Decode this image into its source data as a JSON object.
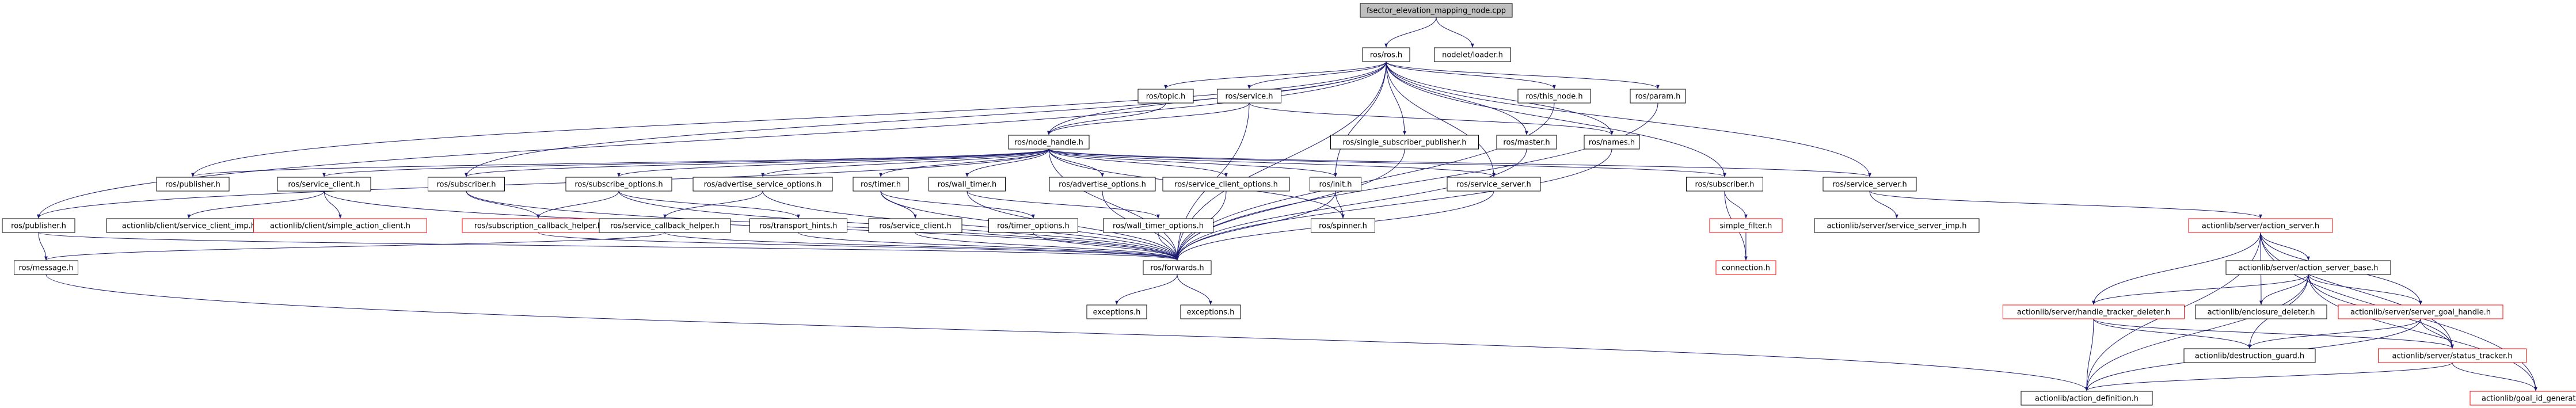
{
  "colors": {
    "edge": "#191970",
    "node_border": "#000000",
    "missing_border": "#ff0000",
    "root_fill": "#bfbfbf",
    "node_fill": "#ffffff"
  },
  "nodes": [
    {
      "id": "root",
      "label": "fsector_elevation_mapping_node.cpp",
      "type": "root"
    },
    {
      "id": "ros_ros",
      "label": "ros/ros.h",
      "type": "normal"
    },
    {
      "id": "nodelet_loader",
      "label": "nodelet/loader.h",
      "type": "normal"
    },
    {
      "id": "ros_topic",
      "label": "ros/topic.h",
      "type": "normal"
    },
    {
      "id": "ros_service",
      "label": "ros/service.h",
      "type": "normal"
    },
    {
      "id": "ros_this_node",
      "label": "ros/this_node.h",
      "type": "normal"
    },
    {
      "id": "ros_param",
      "label": "ros/param.h",
      "type": "normal"
    },
    {
      "id": "ros_node_handle",
      "label": "ros/node_handle.h",
      "type": "normal"
    },
    {
      "id": "ros_single_sub",
      "label": "ros/single_subscriber_publisher.h",
      "type": "normal"
    },
    {
      "id": "ros_master",
      "label": "ros/master.h",
      "type": "normal"
    },
    {
      "id": "ros_names",
      "label": "ros/names.h",
      "type": "normal"
    },
    {
      "id": "ros_publisher_top",
      "label": "ros/publisher.h",
      "type": "normal"
    },
    {
      "id": "ros_service_client",
      "label": "ros/service_client.h",
      "type": "normal"
    },
    {
      "id": "ros_subscriber_a",
      "label": "ros/subscriber.h",
      "type": "normal"
    },
    {
      "id": "ros_subscribe_options",
      "label": "ros/subscribe_options.h",
      "type": "normal"
    },
    {
      "id": "ros_advertise_service_options",
      "label": "ros/advertise_service_options.h",
      "type": "normal"
    },
    {
      "id": "ros_timer",
      "label": "ros/timer.h",
      "type": "normal"
    },
    {
      "id": "ros_wall_timer",
      "label": "ros/wall_timer.h",
      "type": "normal"
    },
    {
      "id": "ros_advertise_options",
      "label": "ros/advertise_options.h",
      "type": "normal"
    },
    {
      "id": "ros_service_client_options",
      "label": "ros/service_client_options.h",
      "type": "normal"
    },
    {
      "id": "ros_init",
      "label": "ros/init.h",
      "type": "normal"
    },
    {
      "id": "ros_service_server",
      "label": "ros/service_server.h",
      "type": "normal"
    },
    {
      "id": "ros_subscriber_b",
      "label": "ros/subscriber.h",
      "type": "normal"
    },
    {
      "id": "ros_service_server_b",
      "label": "ros/service_server.h",
      "type": "normal"
    },
    {
      "id": "ros_publisher_left",
      "label": "ros/publisher.h",
      "type": "normal"
    },
    {
      "id": "actionlib_client_service_client_imp",
      "label": "actionlib/client/service_client_imp.h",
      "type": "normal"
    },
    {
      "id": "actionlib_client_simple_action_client",
      "label": "actionlib/client/simple_action_client.h",
      "type": "missing"
    },
    {
      "id": "ros_subscription_callback_helper",
      "label": "ros/subscription_callback_helper.h",
      "type": "missing"
    },
    {
      "id": "ros_service_callback_helper",
      "label": "ros/service_callback_helper.h",
      "type": "normal"
    },
    {
      "id": "ros_transport_hints",
      "label": "ros/transport_hints.h",
      "type": "normal"
    },
    {
      "id": "ros_service_client_b",
      "label": "ros/service_client.h",
      "type": "normal"
    },
    {
      "id": "ros_timer_options",
      "label": "ros/timer_options.h",
      "type": "normal"
    },
    {
      "id": "ros_wall_timer_options",
      "label": "ros/wall_timer_options.h",
      "type": "normal"
    },
    {
      "id": "ros_spinner",
      "label": "ros/spinner.h",
      "type": "normal"
    },
    {
      "id": "actionlib_service_server_imp",
      "label": "actionlib/server/service_server_imp.h",
      "type": "normal"
    },
    {
      "id": "simple_filter",
      "label": "simple_filter.h",
      "type": "missing"
    },
    {
      "id": "connection",
      "label": "connection.h",
      "type": "missing"
    },
    {
      "id": "actionlib_action_server",
      "label": "actionlib/server/action_server.h",
      "type": "missing"
    },
    {
      "id": "ros_message",
      "label": "ros/message.h",
      "type": "normal"
    },
    {
      "id": "ros_forwards",
      "label": "ros/forwards.h",
      "type": "normal"
    },
    {
      "id": "exceptions_a",
      "label": "exceptions.h",
      "type": "normal"
    },
    {
      "id": "exceptions_b",
      "label": "exceptions.h",
      "type": "normal"
    },
    {
      "id": "actionlib_action_server_base",
      "label": "actionlib/server/action_server_base.h",
      "type": "normal"
    },
    {
      "id": "actionlib_handle_tracker_deleter",
      "label": "actionlib/server/handle_tracker_deleter.h",
      "type": "missing"
    },
    {
      "id": "actionlib_enclosure_deleter",
      "label": "actionlib/enclosure_deleter.h",
      "type": "normal"
    },
    {
      "id": "actionlib_server_goal_handle",
      "label": "actionlib/server/server_goal_handle.h",
      "type": "missing"
    },
    {
      "id": "actionlib_destruction_guard",
      "label": "actionlib/destruction_guard.h",
      "type": "normal"
    },
    {
      "id": "actionlib_status_tracker",
      "label": "actionlib/server/status_tracker.h",
      "type": "missing"
    },
    {
      "id": "actionlib_goal_id_generator",
      "label": "actionlib/goal_id_generator.h",
      "type": "missing"
    },
    {
      "id": "actionlib_action_definition",
      "label": "actionlib/action_definition.h",
      "type": "normal"
    }
  ],
  "edges": [
    [
      "root",
      "ros_ros"
    ],
    [
      "root",
      "nodelet_loader"
    ],
    [
      "ros_ros",
      "ros_topic"
    ],
    [
      "ros_ros",
      "ros_service"
    ],
    [
      "ros_ros",
      "ros_this_node"
    ],
    [
      "ros_ros",
      "ros_param"
    ],
    [
      "ros_ros",
      "ros_node_handle"
    ],
    [
      "ros_ros",
      "ros_single_sub"
    ],
    [
      "ros_ros",
      "ros_master"
    ],
    [
      "ros_ros",
      "ros_names"
    ],
    [
      "ros_ros",
      "ros_publisher_top"
    ],
    [
      "ros_ros",
      "ros_subscriber_a"
    ],
    [
      "ros_ros",
      "ros_init"
    ],
    [
      "ros_ros",
      "ros_service_server"
    ],
    [
      "ros_ros",
      "ros_subscriber_b"
    ],
    [
      "ros_ros",
      "ros_service_server_b"
    ],
    [
      "ros_ros",
      "ros_publisher_left"
    ],
    [
      "ros_ros",
      "ros_forwards"
    ],
    [
      "ros_topic",
      "ros_node_handle"
    ],
    [
      "ros_service",
      "ros_node_handle"
    ],
    [
      "ros_service",
      "ros_names"
    ],
    [
      "ros_service",
      "ros_forwards"
    ],
    [
      "ros_this_node",
      "ros_forwards"
    ],
    [
      "ros_param",
      "ros_forwards"
    ],
    [
      "ros_master",
      "ros_forwards"
    ],
    [
      "ros_names",
      "ros_forwards"
    ],
    [
      "ros_single_sub",
      "ros_forwards"
    ],
    [
      "ros_node_handle",
      "ros_publisher_top"
    ],
    [
      "ros_node_handle",
      "ros_service_client"
    ],
    [
      "ros_node_handle",
      "ros_subscriber_a"
    ],
    [
      "ros_node_handle",
      "ros_subscribe_options"
    ],
    [
      "ros_node_handle",
      "ros_advertise_service_options"
    ],
    [
      "ros_node_handle",
      "ros_timer"
    ],
    [
      "ros_node_handle",
      "ros_wall_timer"
    ],
    [
      "ros_node_handle",
      "ros_advertise_options"
    ],
    [
      "ros_node_handle",
      "ros_service_client_options"
    ],
    [
      "ros_node_handle",
      "ros_init"
    ],
    [
      "ros_node_handle",
      "ros_service_server"
    ],
    [
      "ros_node_handle",
      "ros_subscriber_b"
    ],
    [
      "ros_node_handle",
      "ros_service_server_b"
    ],
    [
      "ros_node_handle",
      "ros_publisher_left"
    ],
    [
      "ros_node_handle",
      "ros_forwards"
    ],
    [
      "ros_node_handle",
      "ros_spinner"
    ],
    [
      "ros_service_client",
      "actionlib_client_service_client_imp"
    ],
    [
      "ros_service_client",
      "actionlib_client_simple_action_client"
    ],
    [
      "ros_service_client",
      "ros_forwards"
    ],
    [
      "ros_subscriber_a",
      "ros_subscription_callback_helper"
    ],
    [
      "ros_subscriber_a",
      "ros_forwards"
    ],
    [
      "ros_subscribe_options",
      "ros_subscription_callback_helper"
    ],
    [
      "ros_subscribe_options",
      "ros_transport_hints"
    ],
    [
      "ros_subscribe_options",
      "ros_forwards"
    ],
    [
      "ros_advertise_service_options",
      "ros_service_callback_helper"
    ],
    [
      "ros_advertise_service_options",
      "ros_forwards"
    ],
    [
      "ros_timer",
      "ros_service_client_b"
    ],
    [
      "ros_timer",
      "ros_timer_options"
    ],
    [
      "ros_timer",
      "ros_forwards"
    ],
    [
      "ros_wall_timer",
      "ros_wall_timer_options"
    ],
    [
      "ros_wall_timer",
      "ros_forwards"
    ],
    [
      "ros_advertise_options",
      "ros_forwards"
    ],
    [
      "ros_service_client_options",
      "ros_forwards"
    ],
    [
      "ros_init",
      "ros_spinner"
    ],
    [
      "ros_init",
      "ros_forwards"
    ],
    [
      "ros_service_server",
      "ros_forwards"
    ],
    [
      "ros_subscriber_b",
      "simple_filter"
    ],
    [
      "ros_subscriber_b",
      "connection"
    ],
    [
      "ros_service_server_b",
      "actionlib_service_server_imp"
    ],
    [
      "ros_service_server_b",
      "actionlib_action_server"
    ],
    [
      "simple_filter",
      "connection"
    ],
    [
      "ros_publisher_left",
      "ros_message"
    ],
    [
      "ros_publisher_left",
      "ros_forwards"
    ],
    [
      "ros_service_callback_helper",
      "ros_message"
    ],
    [
      "ros_service_callback_helper",
      "ros_forwards"
    ],
    [
      "ros_subscription_callback_helper",
      "ros_forwards"
    ],
    [
      "ros_transport_hints",
      "ros_forwards"
    ],
    [
      "ros_service_client_b",
      "ros_forwards"
    ],
    [
      "ros_timer_options",
      "ros_forwards"
    ],
    [
      "ros_wall_timer_options",
      "ros_forwards"
    ],
    [
      "ros_forwards",
      "exceptions_a"
    ],
    [
      "ros_forwards",
      "exceptions_b"
    ],
    [
      "actionlib_action_server",
      "actionlib_action_server_base"
    ],
    [
      "actionlib_action_server",
      "actionlib_handle_tracker_deleter"
    ],
    [
      "actionlib_action_server",
      "actionlib_enclosure_deleter"
    ],
    [
      "actionlib_action_server",
      "actionlib_server_goal_handle"
    ],
    [
      "actionlib_action_server",
      "actionlib_status_tracker"
    ],
    [
      "actionlib_action_server",
      "actionlib_goal_id_generator"
    ],
    [
      "actionlib_action_server",
      "actionlib_action_definition"
    ],
    [
      "actionlib_action_server_base",
      "actionlib_handle_tracker_deleter"
    ],
    [
      "actionlib_action_server_base",
      "actionlib_enclosure_deleter"
    ],
    [
      "actionlib_action_server_base",
      "actionlib_server_goal_handle"
    ],
    [
      "actionlib_action_server_base",
      "actionlib_destruction_guard"
    ],
    [
      "actionlib_action_server_base",
      "actionlib_status_tracker"
    ],
    [
      "actionlib_action_server_base",
      "actionlib_goal_id_generator"
    ],
    [
      "actionlib_action_server_base",
      "actionlib_action_definition"
    ],
    [
      "actionlib_handle_tracker_deleter",
      "actionlib_destruction_guard"
    ],
    [
      "actionlib_handle_tracker_deleter",
      "actionlib_status_tracker"
    ],
    [
      "actionlib_handle_tracker_deleter",
      "actionlib_action_definition"
    ],
    [
      "actionlib_server_goal_handle",
      "actionlib_destruction_guard"
    ],
    [
      "actionlib_server_goal_handle",
      "actionlib_status_tracker"
    ],
    [
      "actionlib_server_goal_handle",
      "actionlib_action_definition"
    ],
    [
      "actionlib_status_tracker",
      "actionlib_action_definition"
    ],
    [
      "actionlib_status_tracker",
      "actionlib_goal_id_generator"
    ],
    [
      "ros_message",
      "actionlib_action_definition"
    ]
  ]
}
